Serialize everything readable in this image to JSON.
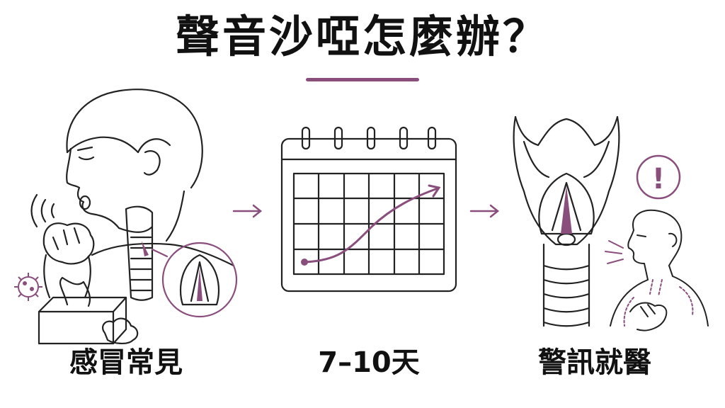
{
  "title": "聲音沙啞怎麼辦？",
  "accent_color": "#8a4e7d",
  "steps": [
    {
      "label": "感冒常見",
      "icon": "person-coughing-icon"
    },
    {
      "label": "7–10天",
      "icon": "calendar-chart-icon"
    },
    {
      "label": "警訊就醫",
      "icon": "larynx-warning-icon"
    }
  ],
  "warning_symbol": "!"
}
